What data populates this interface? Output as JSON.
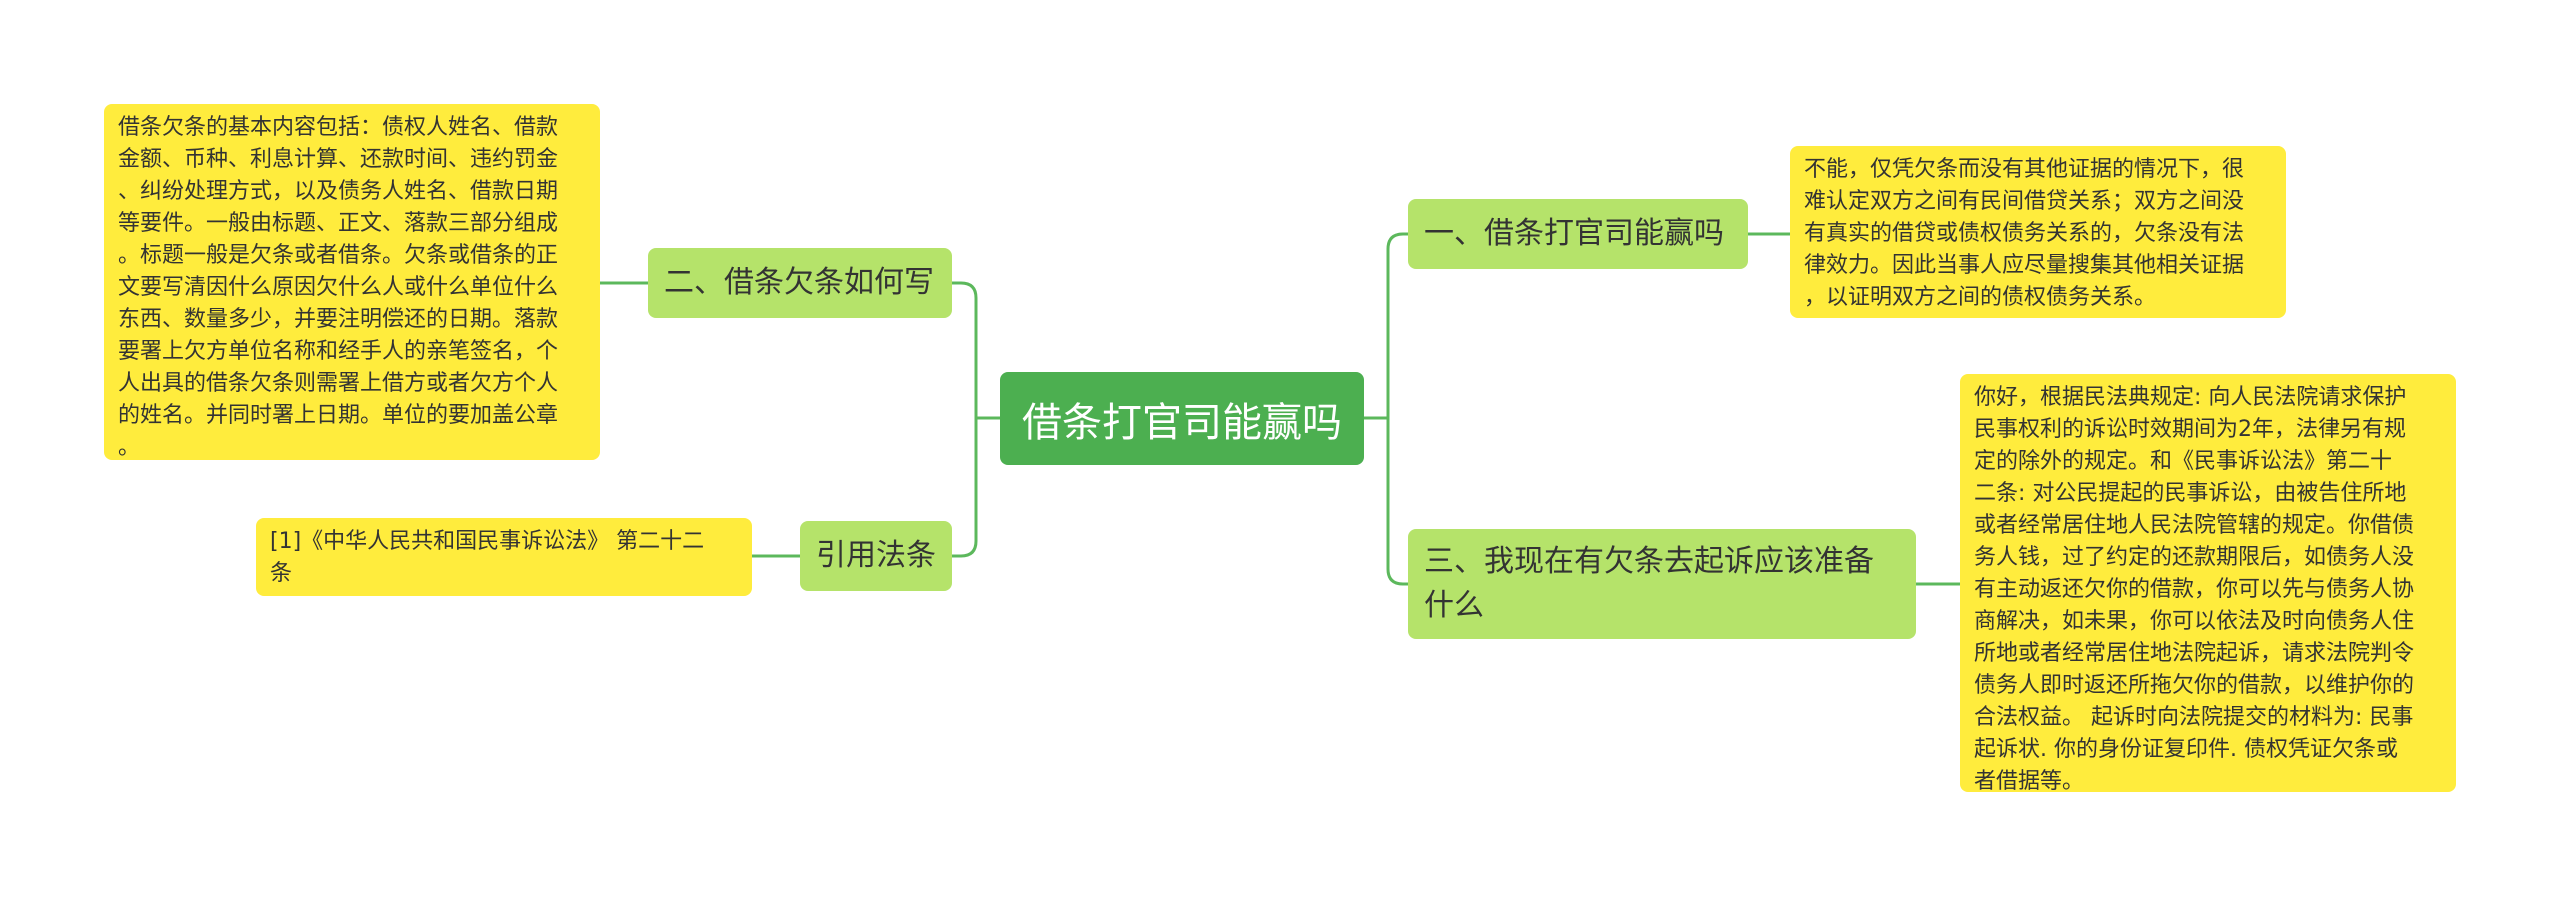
{
  "root": {
    "label": "借条打官司能赢吗"
  },
  "left_branches": [
    {
      "label": "二、借条欠条如何写",
      "detail": "借条欠条的基本内容包括：债权人姓名、借款\n金额、币种、利息计算、还款时间、违约罚金\n、纠纷处理方式，以及债务人姓名、借款日期\n等要件。一般由标题、正文、落款三部分组成\n。标题一般是欠条或者借条。欠条或借条的正\n文要写清因什么原因欠什么人或什么单位什么\n东西、数量多少，并要注明偿还的日期。落款\n要署上欠方单位名称和经手人的亲笔签名，个\n人出具的借条欠条则需署上借方或者欠方个人\n的姓名。并同时署上日期。单位的要加盖公章\n。"
    },
    {
      "label": "引用法条",
      "detail": "[1]《中华人民共和国民事诉讼法》 第二十二\n条"
    }
  ],
  "right_branches": [
    {
      "label": "一、借条打官司能赢吗",
      "detail": "不能，仅凭欠条而没有其他证据的情况下，很\n难认定双方之间有民间借贷关系；双方之间没\n有真实的借贷或债权债务关系的，欠条没有法\n律效力。因此当事人应尽量搜集其他相关证据\n，以证明双方之间的债权债务关系。"
    },
    {
      "label": "三、我现在有欠条去起诉应该准备什么",
      "detail": "你好，根据民法典规定: 向人民法院请求保护\n民事权利的诉讼时效期间为2年，法律另有规\n定的除外的规定。和《民事诉讼法》第二十\n二条: 对公民提起的民事诉讼，由被告住所地\n或者经常居住地人民法院管辖的规定。你借债\n务人钱，过了约定的还款期限后，如债务人没\n有主动返还欠你的借款，你可以先与债务人协\n商解决，如未果，你可以依法及时向债务人住\n所地或者经常居住地法院起诉，请求法院判令\n债务人即时返还所拖欠你的借款，以维护你的\n合法权益。 起诉时向法院提交的材料为: 民事\n起诉状. 你的身份证复印件. 债权凭证欠条或\n者借据等。"
    }
  ],
  "colors": {
    "root": "#4caf50",
    "branch": "#b5e36a",
    "leaf": "#ffec3d",
    "connector": "#5cb85c"
  }
}
